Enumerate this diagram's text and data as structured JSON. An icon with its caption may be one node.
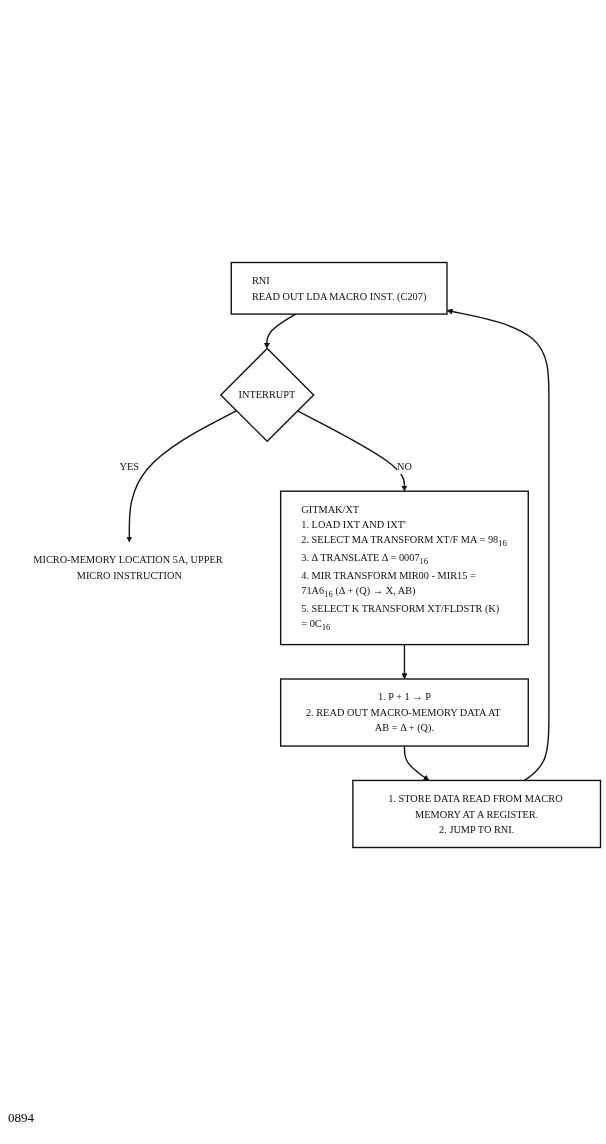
{
  "diagram": {
    "nodes": [
      {
        "text": [
          "RNI",
          "READ OUT LDA MACRO INST. (C207)"
        ]
      },
      {
        "text": [
          "INTERRUPT"
        ]
      },
      {
        "text": [
          "MICRO-MEMORY LOCATION 5A, UPPER MICRO INSTRUCTION"
        ]
      },
      {
        "text": [
          "GITMAK/XT",
          "1. LOAD IXT AND IXT'",
          "2. SELECT MA TRANSFORM XT/F MA = 98$_{16}$",
          "3. Δ TRANSLATE Δ = 0007$_{16}$",
          "4. MIR TRANSFORM MIR00 - MIR15 = 71A6$_{16}$ (Δ + (Q) → X, AB)",
          "5. SELECT K TRANSFORM XT/FLDSTR (K) = 0C$_{16}$"
        ]
      },
      {
        "text": [
          "1. P + 1 → P",
          "2. READ OUT MACRO-MEMORY DATA AT AB = Δ + (Q)."
        ]
      },
      {
        "text": [
          "1. STORE DATA READ FROM MACRO MEMORY AT A REGISTER.",
          "2. JUMP TO RNI."
        ]
      }
    ],
    "edges": [
      {
        "from": 0,
        "to": 1,
        "arrow": "to"
      },
      {
        "from": 1,
        "to": 2,
        "label": "YES",
        "arrow": "to"
      },
      {
        "from": 1,
        "to": 3,
        "label": "NO",
        "arrow": "to"
      },
      {
        "from": 3,
        "to": 4,
        "arrow": "to"
      },
      {
        "from": 4,
        "to": 5,
        "arrow": "to"
      },
      {
        "from": 5,
        "to": 0,
        "arrow": "to"
      }
    ],
    "labels": [
      "0894"
    ]
  }
}
